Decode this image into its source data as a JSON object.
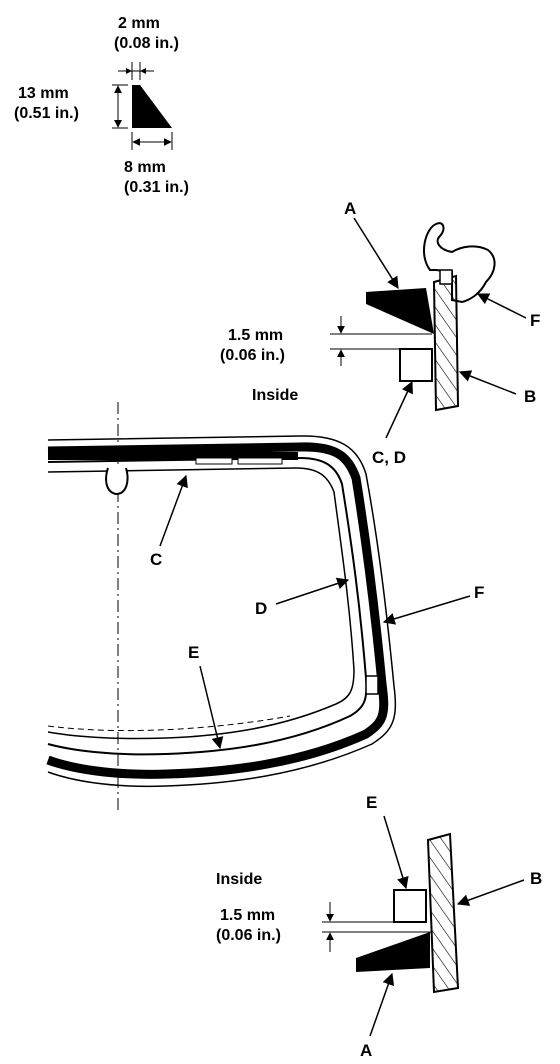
{
  "profile": {
    "top_width": "2 mm",
    "top_width_in": "(0.08 in.)",
    "height": "13 mm",
    "height_in": "(0.51 in.)",
    "base_width": "8 mm",
    "base_width_in": "(0.31 in.)"
  },
  "upper_detail": {
    "gap": "1.5 mm",
    "gap_in": "(0.06 in.)",
    "inside": "Inside",
    "label_a": "A",
    "label_b": "B",
    "label_cd": "C, D",
    "label_f": "F"
  },
  "windshield": {
    "label_c": "C",
    "label_d": "D",
    "label_e": "E",
    "label_f": "F"
  },
  "lower_detail": {
    "gap": "1.5 mm",
    "gap_in": "(0.06 in.)",
    "inside": "Inside",
    "label_a": "A",
    "label_b": "B",
    "label_e": "E"
  }
}
